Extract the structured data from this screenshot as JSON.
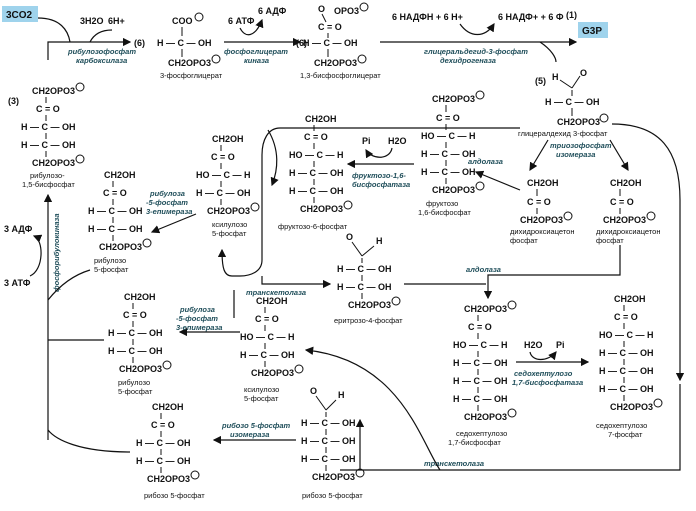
{
  "top": {
    "co2": "3CO2",
    "h2o": "3H2O",
    "h_plus": "6H+",
    "step6a": "(6)",
    "step3": "(3)",
    "atp6": "6 АТФ",
    "adp6": "6 АДФ",
    "step6b": "(6)",
    "nadph": "6 НАДФН + 6 Н+",
    "nadp": "6 НАДФ+ + 6 Ф",
    "step1": "(1)",
    "g3p": "G3P",
    "step5": "(5)"
  },
  "enzymes": {
    "rubisco": [
      "рибулозофосфат",
      "карбоксилаза"
    ],
    "pgk": [
      "фосфоглицерат",
      "киназа"
    ],
    "gapdh": [
      "глицеральдегид-3-фосфат",
      "дехидрогеназа"
    ],
    "tpi": [
      "триозофосфат",
      "изомераза"
    ],
    "aldolase1": "алдолаза",
    "fbpase": [
      "фруктозо-1,6-",
      "бисфосфатаза"
    ],
    "epim1": [
      "рибулоза",
      "-5-фосфат",
      "3-епимераза"
    ],
    "transketolase1": "транскетолаза",
    "aldolase2": "алдолаза",
    "epim2": [
      "рибулоза",
      "-5-фосфат",
      "3-епимераза"
    ],
    "sbpase": [
      "седохептулозо",
      "1,7-бисфосфатаза"
    ],
    "rpi": [
      "рибозо 5-фосфат",
      "изомераза"
    ],
    "transketolase2": "транскетолаза",
    "prk": "фосфорибулокиназа"
  },
  "labels": {
    "pga": "3-фосфоглицерат",
    "bpg": "1,3-бисфосфоглицерат",
    "rubp": [
      "рибулозо-",
      "1,5-бисфосфат"
    ],
    "ru5p1": [
      "рибулозо",
      "5-фосфат"
    ],
    "xu5p1": [
      "ксилулозо",
      "5-фосфат"
    ],
    "f6p": "фруктозо-6-фосфат",
    "fbp": [
      "фруктозо",
      "1,6-бисфосфат"
    ],
    "gap": "глицералдехид 3-фосфат",
    "dhap1": [
      "дихидроксиацетон",
      "фосфат"
    ],
    "dhap2": [
      "дихидроксиацетон",
      "фосфат"
    ],
    "e4p": "еритрозо-4-фосфат",
    "ru5p2": [
      "рибулозо",
      "5-фосфат"
    ],
    "xu5p2": [
      "ксилулозо",
      "5-фосфат"
    ],
    "sbp": [
      "седохептулозо",
      "1,7-бисфосфат"
    ],
    "s7p": [
      "седохептулозо",
      "7-фосфат"
    ],
    "r5p1": "рибозо 5-фосфат",
    "r5p2": "рибозо 5-фосфат"
  },
  "cofactors": {
    "pi1": "Pi",
    "h2o1": "H2O",
    "pi2": "Pi",
    "h2o2": "H2O",
    "adp3": "3 АДФ",
    "atp3": "3 АТФ"
  },
  "chem": {
    "ch2opo3": "CH2OPO3",
    "ch2oh": "CH2OH",
    "co": "C = O",
    "hcoh": "H — C — OH",
    "hoch": "HO — C — H",
    "coo": "COO",
    "opo3": "OPO3",
    "cho_o": "O",
    "cho_h": "H"
  }
}
